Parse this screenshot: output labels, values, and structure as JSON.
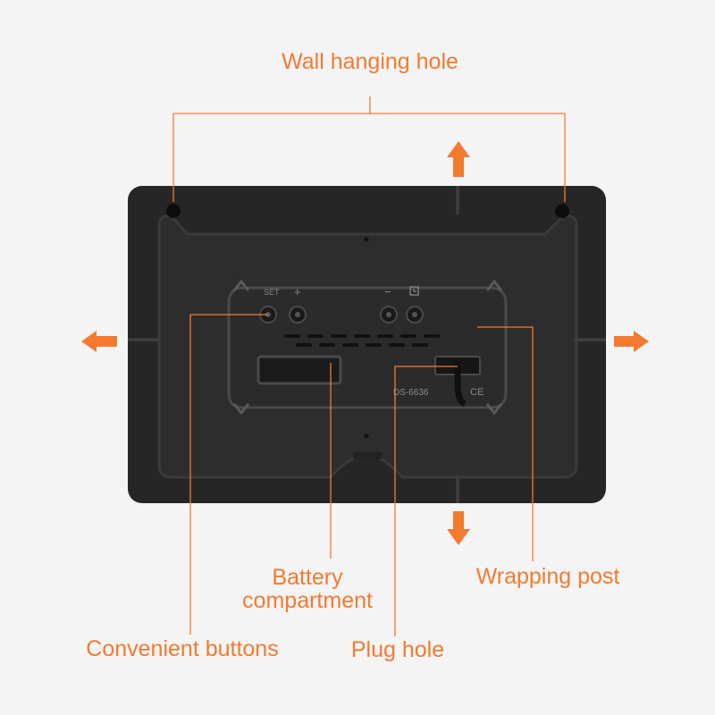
{
  "callouts": {
    "wall_hanging_hole": "Wall hanging hole",
    "battery_compartment_line1": "Battery",
    "battery_compartment_line2": "compartment",
    "wrapping_post": "Wrapping post",
    "convenient_buttons": "Convenient buttons",
    "plug_hole": "Plug hole"
  },
  "device_marks": {
    "set": "SET",
    "plus": "+",
    "minus": "−",
    "model": "DS-6636",
    "ce": "CE"
  },
  "colors": {
    "accent": "#f47a30",
    "device": "#2a2a2a",
    "background": "#f4f4f4"
  },
  "icons": {
    "expand_arrows": "arrow-up, arrow-down, arrow-left, arrow-right",
    "alarm_icon": "clock-alarm-icon"
  }
}
